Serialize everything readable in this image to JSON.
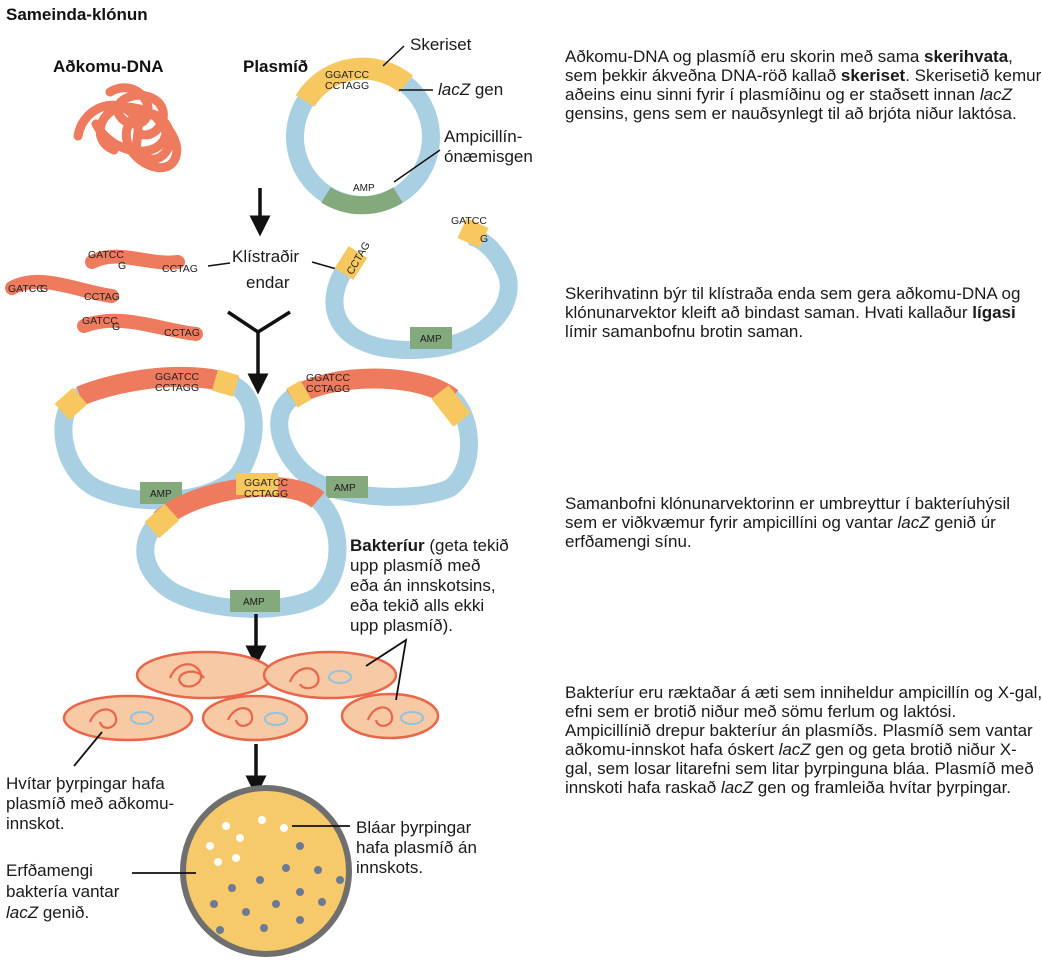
{
  "title": "Sameinda-klónun",
  "labels": {
    "foreign_dna": "Aðkomu-DNA",
    "plasmid": "Plasmíð",
    "restriction_site": "Skeriset",
    "lacz": "lacZ",
    "gene_suffix": " gen",
    "ampicillin_line1": "Ampicillín-",
    "ampicillin_line2": "ónæmisgen",
    "sticky_line1": "Klístraðir",
    "sticky_line2": "endar",
    "amp": "AMP",
    "seq_top": "GGATCC",
    "seq_bottom": "CCTAGG",
    "gatcc": "GATCC",
    "g": "G",
    "cctag": "CCTAG",
    "bacteria_bold": "Bakteríur",
    "bacteria_line1": " (geta tekið",
    "bacteria_line2": "upp plasmíð með",
    "bacteria_line3": "eða án innskotsins,",
    "bacteria_line4": "eða tekið alls ekki",
    "bacteria_line5": "upp plasmíð).",
    "white_line1": "Hvítar þyrpingar hafa",
    "white_line2": "plasmíð með aðkomu-",
    "white_line3": "innskot.",
    "blue_line1": "Bláar þyrpingar",
    "blue_line2": "hafa plasmíð án",
    "blue_line3": "innskots.",
    "genome_line1": "Erfðamengi",
    "genome_line2": "baktería vantar",
    "genome_lacz": "lacZ",
    "genome_suffix": " genið."
  },
  "paragraphs": {
    "p1": {
      "a": "Aðkomu-DNA og plasmíð eru skorin með sama ",
      "b": "skerihvata",
      "c": ", sem þekkir ákveðna DNA-röð kallað ",
      "d": "skeriset",
      "e": ". Skerisetið kemur aðeins einu sinni fyrir í plasmíðinu og er staðsett innan ",
      "f": "lacZ",
      "g": " gensins, gens sem er nauðsynlegt til að brjóta niður laktósa."
    },
    "p2": {
      "a": "Skerihvatinn býr til klístraða enda sem gera aðkomu-DNA og klónunarvektor kleift að bindast saman. Hvati kallaður ",
      "b": "lígasi",
      "c": " límir samanbofnu brotin saman."
    },
    "p3": {
      "a": "Samanbofni klónunarvektorinn er umbreyttur í bakteríuhýsil sem er viðkvæmur fyrir ampicillíni og vantar ",
      "b": "lacZ",
      "c": " genið úr erfðamengi sínu."
    },
    "p4": {
      "a": "Bakteríur eru ræktaðar á æti sem inniheldur ampicillín og X-gal, efni sem er brotið niður með sömu ferlum og laktósi. Ampicillínið drepur bakteríur án plasmíðs. Plasmíð sem vantar aðkomu-innskot hafa óskert ",
      "b": "lacZ",
      "c": " gen og geta brotið niður X-gal, sem losar litarefni sem litar þyrpinguna bláa. Plasmíð með innskoti hafa raskað ",
      "d": "lacZ",
      "e": " gen og framleiða hvítar þyrpingar."
    }
  },
  "colors": {
    "plasmid_blue": "#a9cfe3",
    "foreign_dna": "#ef7b5e",
    "restriction_site": "#f8c860",
    "amp_gene": "#84a97c",
    "cell_fill": "#f7c9a4",
    "cell_border": "#e8664a",
    "dish_rim": "#6f6f6f",
    "agar": "#f6c96a",
    "blue_colony": "#6b7a94",
    "white_colony": "#ffffff"
  }
}
